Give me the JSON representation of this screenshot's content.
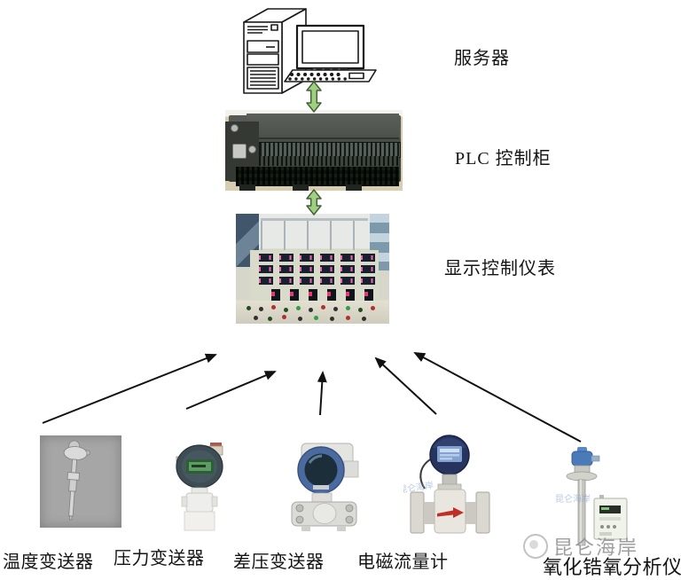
{
  "nodes": {
    "server": {
      "label": "服务器"
    },
    "plc": {
      "label": "PLC 控制柜"
    },
    "display": {
      "label": "显示控制仪表"
    }
  },
  "devices": [
    {
      "id": "temperature-transmitter",
      "label": "温度变送器"
    },
    {
      "id": "pressure-transmitter",
      "label": "压力变送器"
    },
    {
      "id": "differential-pressure-transmitter",
      "label": "差压变送器"
    },
    {
      "id": "electromagnetic-flowmeter",
      "label": "电磁流量计"
    },
    {
      "id": "zirconia-oxygen-analyzer",
      "label": "氧化锆氧分析仪"
    }
  ],
  "watermark": {
    "text": "昆仑海岸"
  },
  "colors": {
    "link_green_fill": "#9fd080",
    "link_green_stroke": "#44603a",
    "arrow_black": "#111111",
    "background": "#ffffff"
  }
}
